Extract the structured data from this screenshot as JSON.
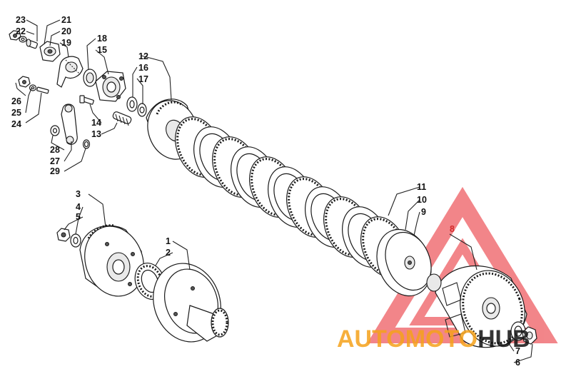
{
  "callouts": {
    "c1": "1",
    "c2": "2",
    "c3": "3",
    "c4": "4",
    "c5": "5",
    "c6": "6",
    "c7": "7",
    "c8": "8",
    "c9": "9",
    "c10": "10",
    "c11": "11",
    "c12": "12",
    "c13": "13",
    "c14": "14",
    "c15": "15",
    "c16": "16",
    "c17": "17",
    "c18": "18",
    "c19": "19",
    "c20": "20",
    "c21": "21",
    "c22": "22",
    "c23": "23",
    "c24": "24",
    "c25": "25",
    "c26": "26",
    "c27": "27",
    "c28": "28",
    "c29": "29"
  },
  "watermark": {
    "part1": "AUTOMOTO",
    "part2": "HUB",
    "color_orange": "#f5a21b",
    "color_red": "#e8232a",
    "color_black": "#111111"
  }
}
